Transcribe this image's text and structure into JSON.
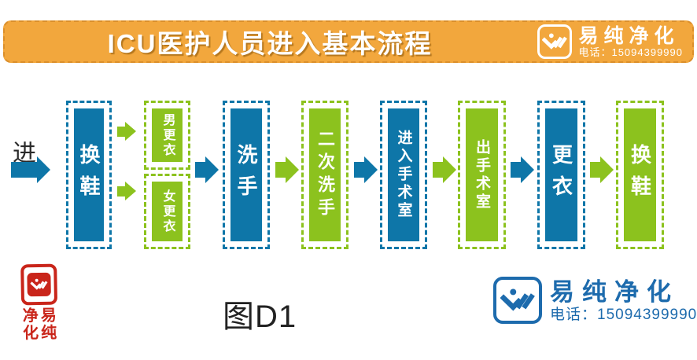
{
  "colors": {
    "orange": "#f2a73d",
    "orange-dark": "#db8f2b",
    "blue": "#0e76a8",
    "green": "#8cc21e",
    "brand": "#1d6bad",
    "red": "#c9251a"
  },
  "header": {
    "title": "ICU医护人员进入基本流程",
    "brand": {
      "name": "易纯净化",
      "phone": "电话：15094399990"
    }
  },
  "flow": {
    "start_label": "进",
    "steps": [
      {
        "label": "换鞋",
        "color": "blue"
      },
      {
        "label": "男更衣",
        "color": "green"
      },
      {
        "label": "女更衣",
        "color": "green"
      },
      {
        "label": "洗手",
        "color": "blue"
      },
      {
        "label": "二次洗手",
        "color": "green"
      },
      {
        "label": "进入手术室",
        "color": "blue"
      },
      {
        "label": "出手术室",
        "color": "green"
      },
      {
        "label": "更衣",
        "color": "blue"
      },
      {
        "label": "换鞋",
        "color": "green"
      }
    ]
  },
  "footer": {
    "figure_label": "图D1",
    "stamp": {
      "grid": [
        [
          "净",
          "易"
        ],
        [
          "化",
          "纯"
        ]
      ]
    },
    "brand": {
      "name": "易纯净化",
      "phone": "电话：15094399990"
    }
  }
}
